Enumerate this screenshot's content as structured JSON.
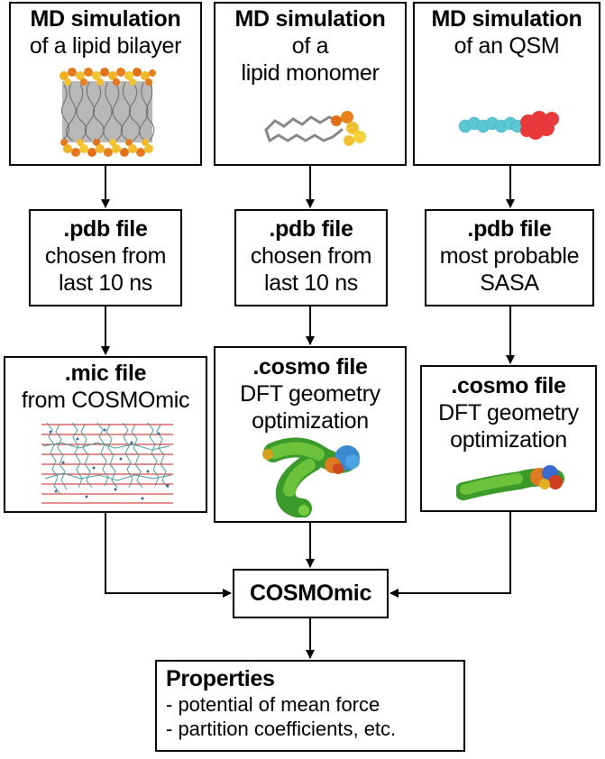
{
  "columns": [
    {
      "sim": {
        "title": "MD simulation",
        "subtitle": [
          "of a lipid bilayer"
        ]
      },
      "pdb": {
        "title": ".pdb file",
        "lines": [
          "chosen from",
          "last 10 ns"
        ]
      },
      "out": {
        "title": ".mic file",
        "lines": [
          "from COSMOmic"
        ]
      }
    },
    {
      "sim": {
        "title": "MD simulation",
        "subtitle": [
          "of a",
          "lipid monomer"
        ]
      },
      "pdb": {
        "title": ".pdb file",
        "lines": [
          "chosen from",
          "last 10 ns"
        ]
      },
      "out": {
        "title": ".cosmo file",
        "lines": [
          "DFT geometry",
          "optimization"
        ]
      }
    },
    {
      "sim": {
        "title": "MD simulation",
        "subtitle": [
          "of an QSM"
        ]
      },
      "pdb": {
        "title": ".pdb file",
        "lines": [
          "most probable",
          "SASA"
        ]
      },
      "out": {
        "title": ".cosmo file",
        "lines": [
          "DFT geometry",
          "optimization"
        ]
      }
    }
  ],
  "cosmomic": {
    "label": "COSMOmic"
  },
  "properties": {
    "title": "Properties",
    "items": [
      "- potential of mean force",
      "- partition coefficients, etc."
    ]
  }
}
